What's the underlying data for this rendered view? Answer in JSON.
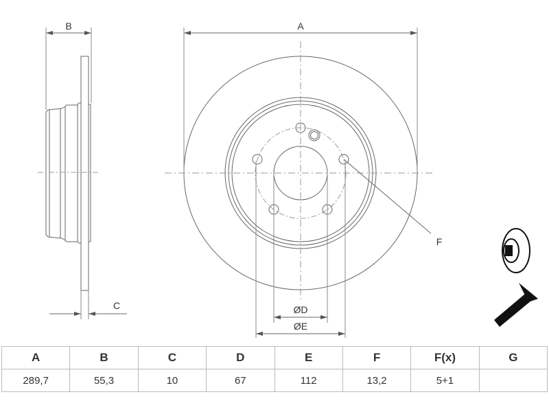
{
  "drawing": {
    "labels": {
      "A": "A",
      "B": "B",
      "C": "C",
      "D": "ØD",
      "E": "ØE",
      "F": "F"
    }
  },
  "table": {
    "headers": [
      "A",
      "B",
      "C",
      "D",
      "E",
      "F",
      "F(x)",
      "G"
    ],
    "values": [
      "289,7",
      "55,3",
      "10",
      "67",
      "112",
      "13,2",
      "5+1",
      ""
    ]
  },
  "icons": [
    "brake-disc-icon",
    "screw-icon"
  ]
}
